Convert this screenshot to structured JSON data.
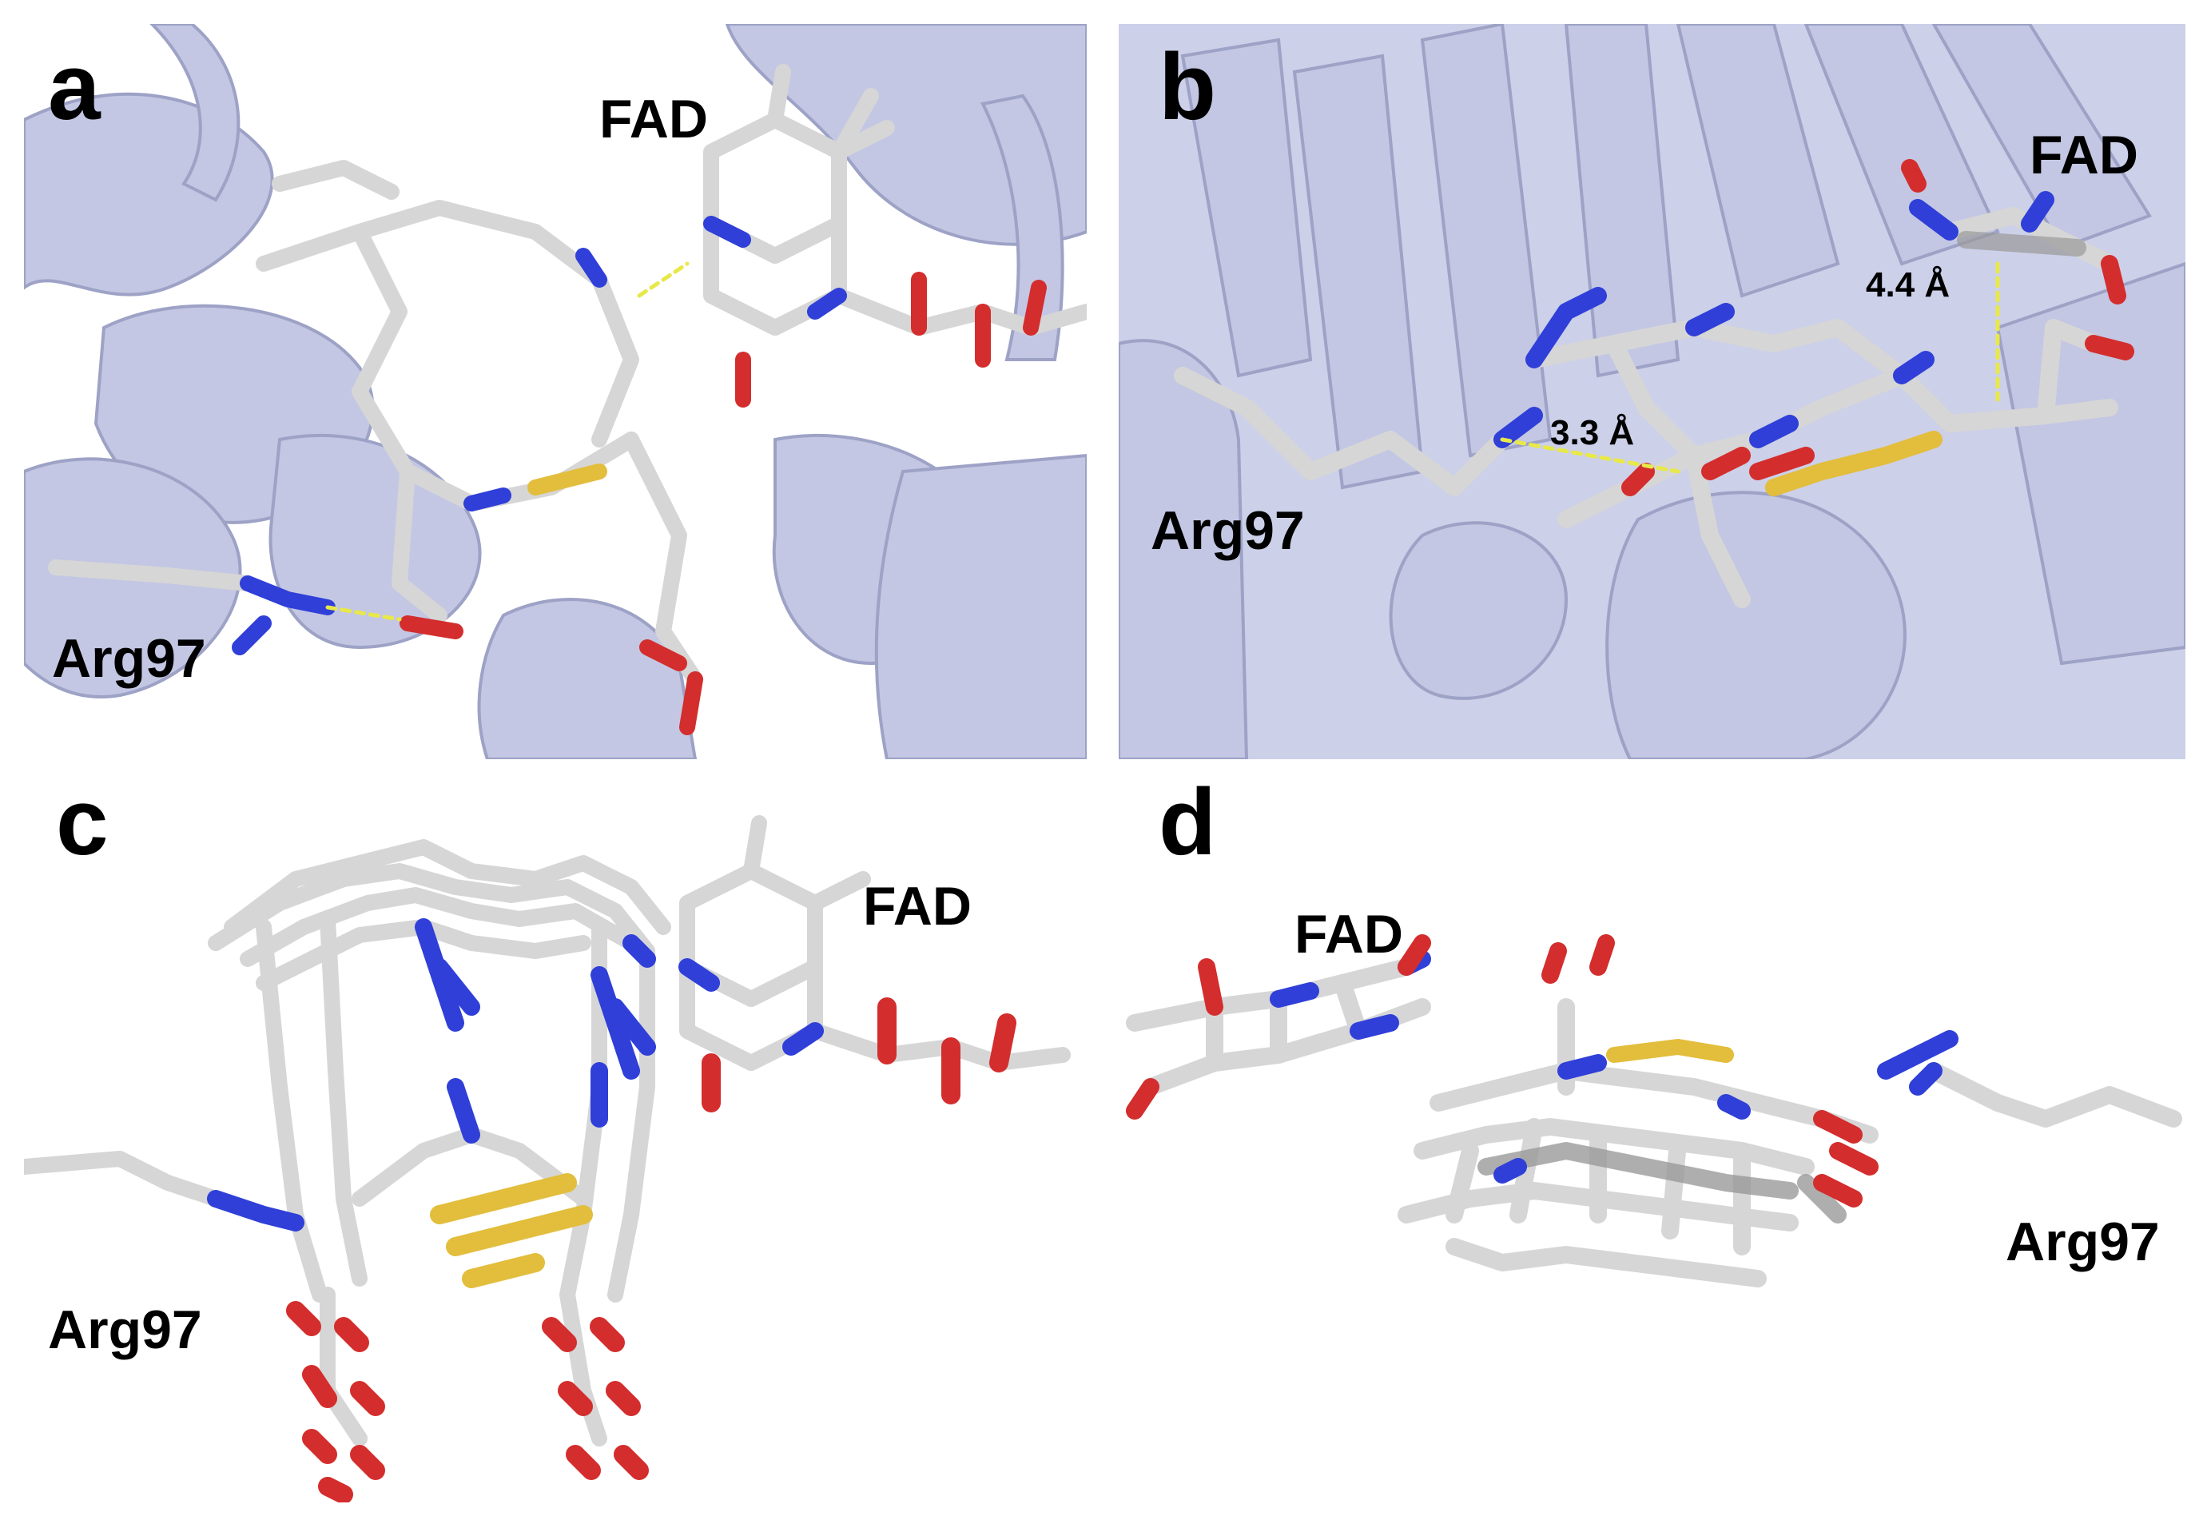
{
  "figure": {
    "panels": [
      {
        "letter": "a",
        "labels": {
          "cofactor": "FAD",
          "residue": "Arg97"
        }
      },
      {
        "letter": "b",
        "labels": {
          "cofactor": "FAD",
          "residue": "Arg97"
        },
        "distances": [
          "4.4 Å",
          "3.3 Å"
        ]
      },
      {
        "letter": "c",
        "labels": {
          "cofactor": "FAD",
          "residue": "Arg97"
        }
      },
      {
        "letter": "d",
        "labels": {
          "cofactor": "FAD",
          "residue": "Arg97"
        }
      }
    ]
  },
  "colors": {
    "protein_cartoon": "#c3c7e3",
    "protein_shadow": "#9da2c6",
    "carbon": "#d6d6d6",
    "carbon_dark": "#9a9a9a",
    "nitrogen": "#2f3fd8",
    "oxygen": "#d42d2d",
    "sulfur": "#e3bd3c",
    "hbond": "#e8e84a"
  }
}
